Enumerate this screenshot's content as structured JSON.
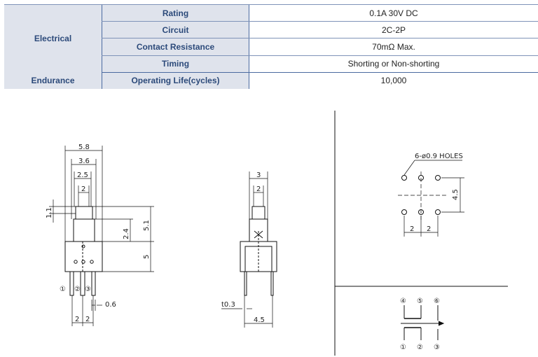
{
  "specs": {
    "electrical_group": "Electrical",
    "endurance_group": "Endurance",
    "rows": [
      {
        "label": "Rating",
        "value": "0.1A 30V DC"
      },
      {
        "label": "Circuit",
        "value": "2C-2P"
      },
      {
        "label": "Contact Resistance",
        "value": "70mΩ Max."
      },
      {
        "label": "Timing",
        "value": "Shorting or Non-shorting"
      },
      {
        "label": "Operating Life(cycles)",
        "value": "10,000"
      }
    ]
  },
  "front_view": {
    "dims": [
      "5.8",
      "3.6",
      "2.5",
      "2",
      "1.1",
      "2.4",
      "5.1",
      "5",
      "0.6",
      "2",
      "2"
    ],
    "pins": [
      "①",
      "②",
      "③"
    ]
  },
  "side_view": {
    "dims": [
      "3",
      "2",
      "t0.3",
      "4.5"
    ]
  },
  "pcb_layout": {
    "holes_label": "6-ø0.9 HOLES",
    "dims": [
      "4.5",
      "2",
      "2"
    ]
  },
  "circuit": {
    "top_pins": [
      "④",
      "⑤",
      "⑥"
    ],
    "bottom_pins": [
      "①",
      "②",
      "③"
    ]
  }
}
